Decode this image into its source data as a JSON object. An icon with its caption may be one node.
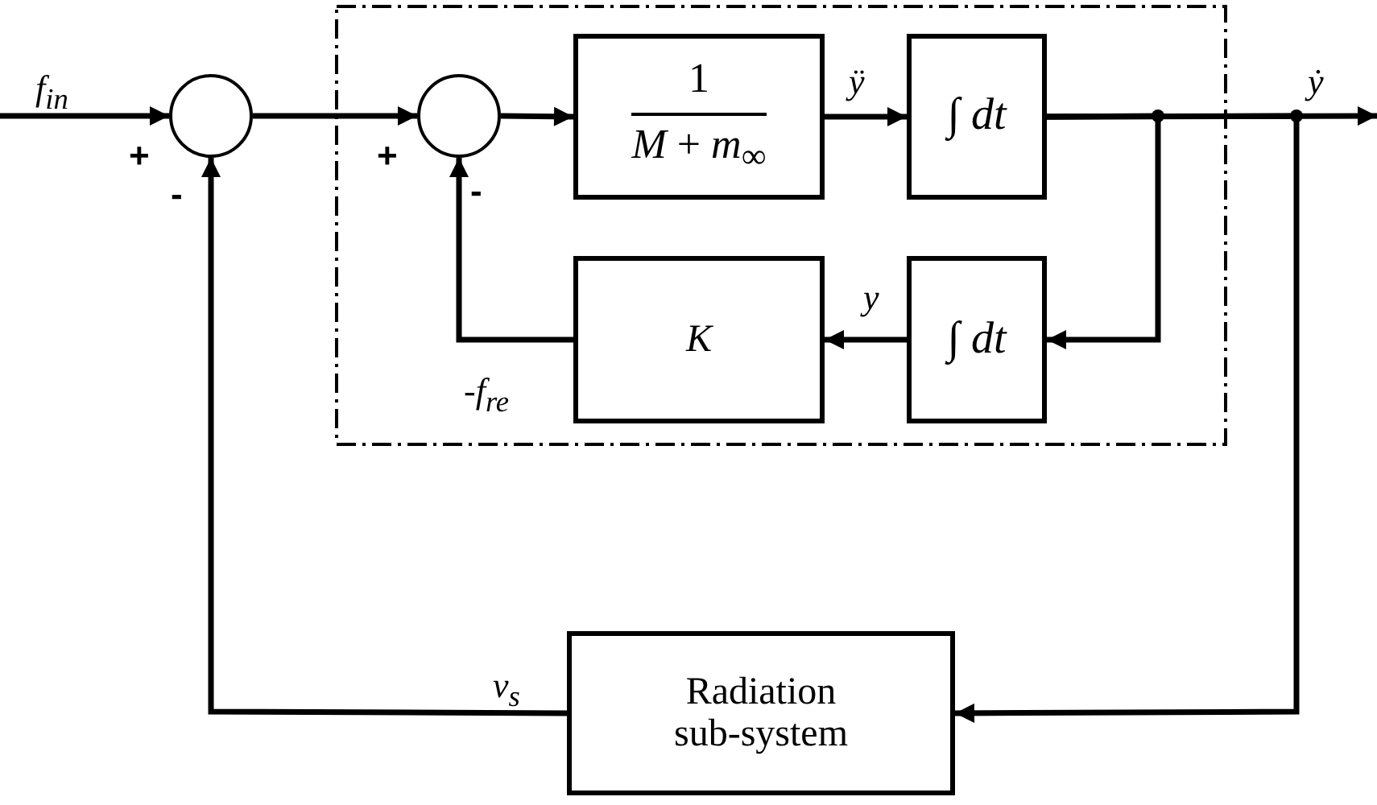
{
  "diagram": {
    "nodes": [
      {
        "text": [],
        "shape": "box"
      },
      {
        "text": [],
        "shape": "circle"
      },
      {
        "text": [],
        "shape": "circle",
        "in": 0
      },
      {
        "text": [
          "1",
          "*M* + *m*$_{∞}$"
        ],
        "in": 0
      },
      {
        "text": [
          "∫ *dt*"
        ],
        "in": 0
      },
      {
        "text": [
          "K"
        ],
        "in": 0
      },
      {
        "text": [
          "∫ *dt*"
        ],
        "in": 0
      },
      {
        "text": [
          "Radiation sub-system"
        ]
      }
    ],
    "edges": [
      {
        "from": null,
        "to": 1,
        "arrow": "to",
        "label": "f$_{in}$"
      },
      {
        "from": 1,
        "to": 2,
        "arrow": "to"
      },
      {
        "from": 2,
        "to": 3,
        "arrow": "to"
      },
      {
        "from": 3,
        "to": 4,
        "arrow": "to",
        "label": "ÿ"
      },
      {
        "from": 4,
        "to": null,
        "arrow": "to",
        "label": "ẏ"
      },
      {
        "from": 4,
        "to": 6,
        "arrow": "to"
      },
      {
        "from": 6,
        "to": 5,
        "arrow": "to",
        "label": "y"
      },
      {
        "from": 5,
        "to": 2,
        "arrow": "to",
        "label": "-f$_{re}$"
      },
      {
        "from": 4,
        "to": 7,
        "arrow": "to"
      },
      {
        "from": 7,
        "to": 1,
        "arrow": "to",
        "label": "v$_{s}$"
      }
    ],
    "labels": [
      "+",
      "-",
      "+",
      "-"
    ]
  }
}
